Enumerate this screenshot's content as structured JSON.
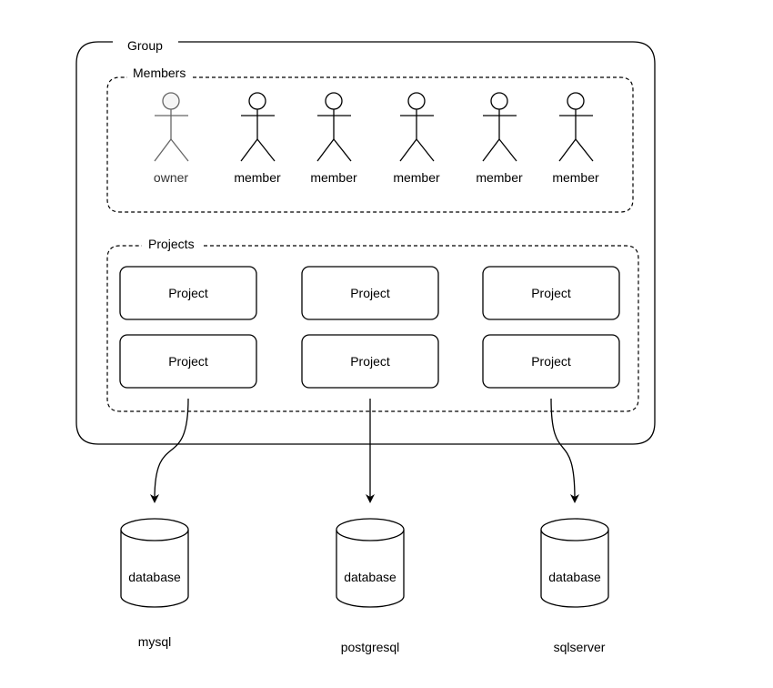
{
  "group": {
    "label": "Group"
  },
  "members": {
    "label": "Members",
    "owner_label": "owner",
    "items": [
      "member",
      "member",
      "member",
      "member",
      "member"
    ]
  },
  "projects": {
    "label": "Projects",
    "items": [
      "Project",
      "Project",
      "Project",
      "Project",
      "Project",
      "Project"
    ]
  },
  "databases": [
    {
      "label": "database",
      "name": "mysql"
    },
    {
      "label": "database",
      "name": "postgresql"
    },
    {
      "label": "database",
      "name": "sqlserver"
    }
  ],
  "colors": {
    "stroke": "#000000",
    "owner_stroke": "#666666",
    "owner_fill": "#f5f5f5",
    "text": "#000000",
    "owner_text": "#333333"
  }
}
